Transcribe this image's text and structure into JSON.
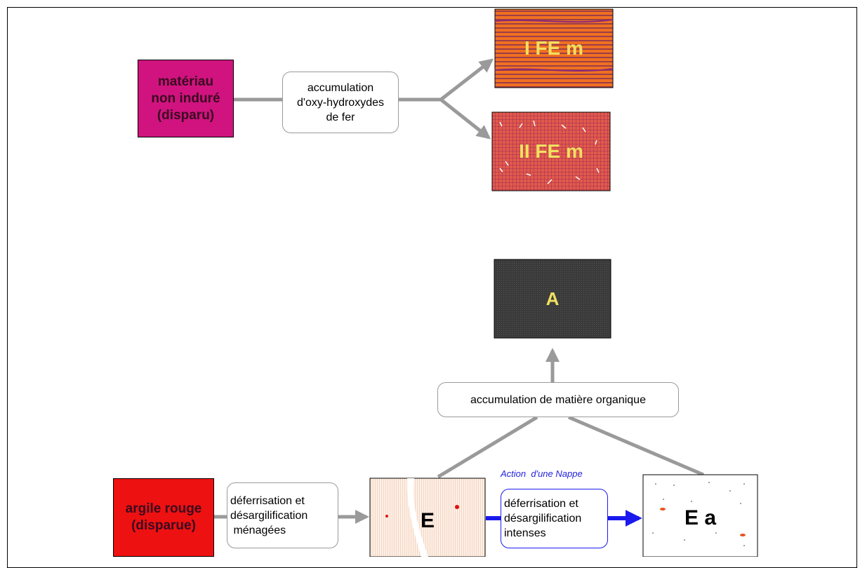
{
  "top": {
    "source": [
      "matériau",
      "non induré",
      "(disparu)"
    ],
    "process": [
      "accumulation",
      "d'oxy-hydroxydes",
      "de fer"
    ],
    "outputs": [
      "I FE m",
      "II FE m"
    ]
  },
  "organic": {
    "tile": "A",
    "process": "accumulation de matière organique"
  },
  "bottom": {
    "source": [
      "argile rouge",
      "(disparue)"
    ],
    "process1": [
      "déferrisation et",
      "désargilification",
      " ménagées"
    ],
    "tile_e": "E",
    "action_label": "Action  d'une Nappe",
    "process2": [
      "déferrisation et",
      "désargilification",
      "intenses"
    ],
    "tile_ea": "E a"
  },
  "colors": {
    "magenta": "#d0137f",
    "red": "#ee1111",
    "orange": "#f26a1e",
    "dark": "#3a3a3a",
    "yellow_text": "#f0e060",
    "arrow_grey": "#9a9a9a",
    "arrow_blue": "#1a1aee"
  }
}
